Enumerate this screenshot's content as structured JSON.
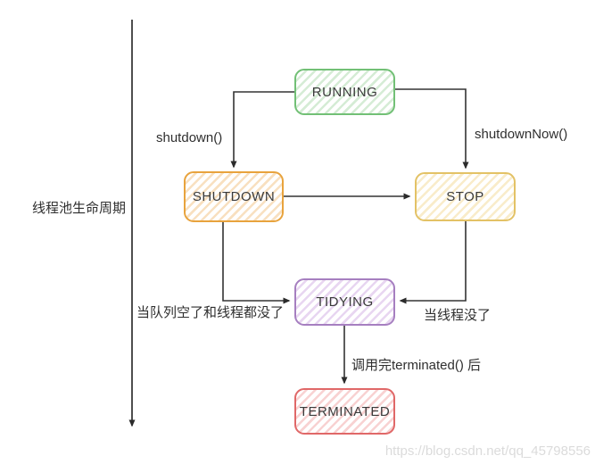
{
  "diagram": {
    "axis_label": "线程池生命周期",
    "nodes": [
      {
        "id": "running",
        "label": "RUNNING",
        "border_color": "#72c076",
        "hatch_color": "#d5ecd5"
      },
      {
        "id": "shutdown",
        "label": "SHUTDOWN",
        "border_color": "#e8a33d",
        "hatch_color": "#f8e0c0"
      },
      {
        "id": "stop",
        "label": "STOP",
        "border_color": "#e3c266",
        "hatch_color": "#f9ecca"
      },
      {
        "id": "tidying",
        "label": "TIDYING",
        "border_color": "#a67fc0",
        "hatch_color": "#e8d6f1"
      },
      {
        "id": "terminated",
        "label": "TERMINATED",
        "border_color": "#e06868",
        "hatch_color": "#f8d2d2"
      }
    ],
    "edges": [
      {
        "from": "RUNNING",
        "to": "SHUTDOWN",
        "label": "shutdown()"
      },
      {
        "from": "RUNNING",
        "to": "STOP",
        "label": "shutdownNow()"
      },
      {
        "from": "SHUTDOWN",
        "to": "STOP",
        "label": ""
      },
      {
        "from": "SHUTDOWN",
        "to": "TIDYING",
        "label": "当队列空了和线程都没了"
      },
      {
        "from": "STOP",
        "to": "TIDYING",
        "label": "当线程没了"
      },
      {
        "from": "TIDYING",
        "to": "TERMINATED",
        "label": "调用完terminated() 后"
      }
    ],
    "watermark": "https://blog.csdn.net/qq_45798556"
  }
}
